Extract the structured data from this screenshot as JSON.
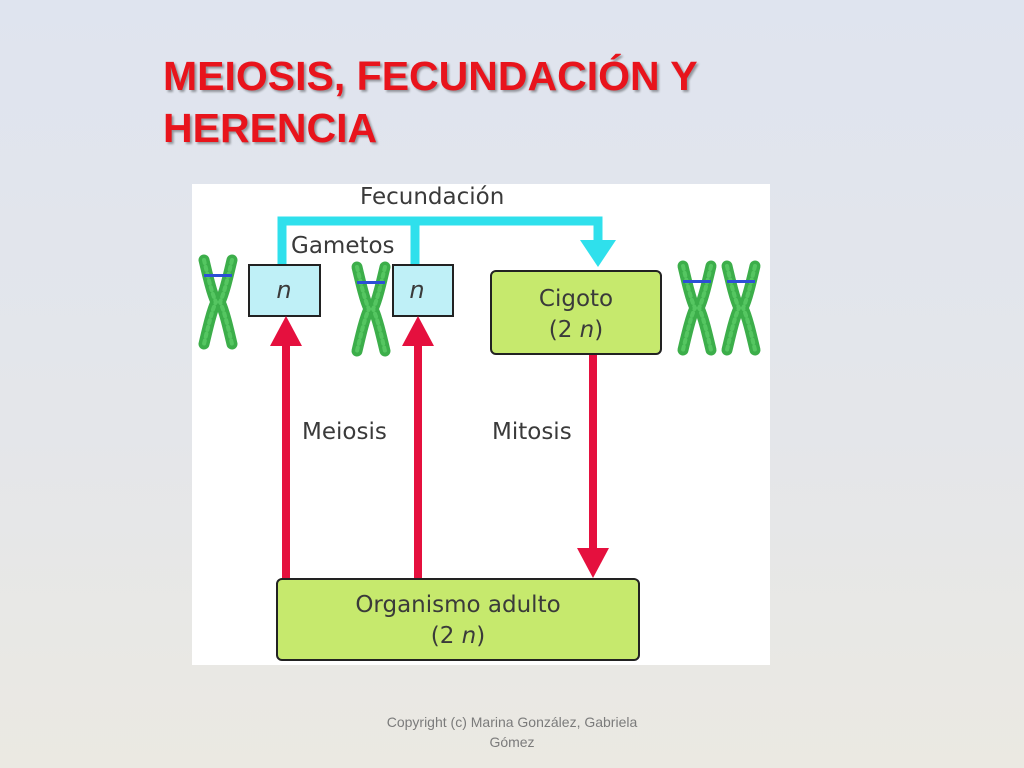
{
  "slide": {
    "title_line1": "MEIOSIS, FECUNDACIÓN Y",
    "title_line2": "HERENCIA",
    "footer_line1": "Copyright (c) Marina González, Gabriela",
    "footer_line2": "Gómez"
  },
  "diagram": {
    "fecundacion_label": "Fecundación",
    "gametos_label": "Gametos",
    "gamete_ploidy": "n",
    "cigoto_label": "Cigoto",
    "cigoto_ploidy_prefix": "(2 ",
    "cigoto_ploidy_n": "n",
    "cigoto_ploidy_suffix": ")",
    "meiosis_label": "Meiosis",
    "mitosis_label": "Mitosis",
    "organismo_label": "Organismo adulto",
    "organismo_ploidy_prefix": "(2 ",
    "organismo_ploidy_n": "n",
    "organismo_ploidy_suffix": ")"
  },
  "colors": {
    "title": "#e8141c",
    "cyan_arrow": "#2fe0ec",
    "red_arrow": "#e5103e",
    "gamete_box": "#bff0f7",
    "green_box": "#c6e96d",
    "chromosome": "#3cae4a",
    "centromere": "#2d4fd6"
  },
  "icons": {
    "chromosome": "x-chromosome-icon"
  }
}
